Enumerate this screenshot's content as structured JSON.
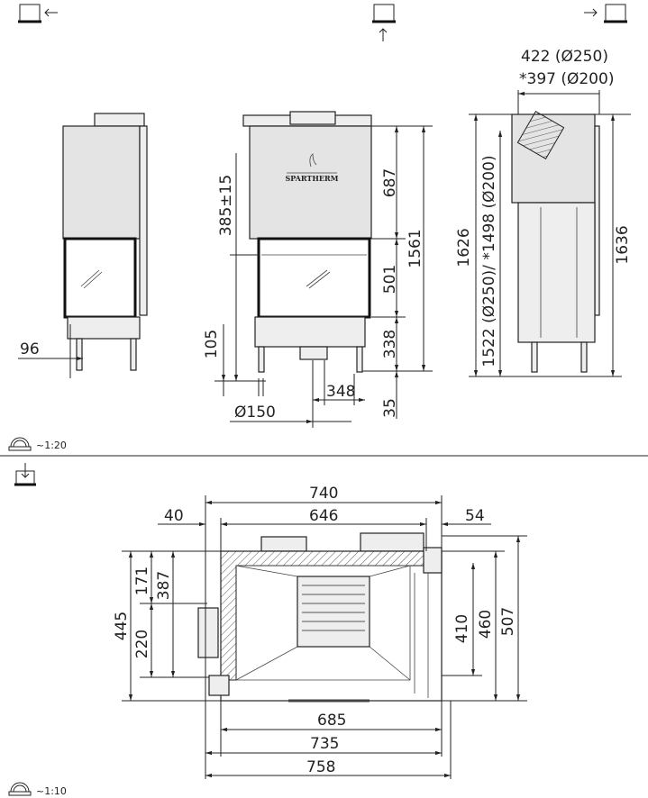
{
  "view_icons": [
    "left-view-icon",
    "front-view-icon",
    "right-view-icon",
    "top-view-icon"
  ],
  "brand": "SPARTHERM",
  "elevation": {
    "scale": "~1:20",
    "left_view": {
      "dim_width": "96"
    },
    "front_view": {
      "dim_hood": "687",
      "dim_glass": "501",
      "dim_base": "338",
      "dim_feet": "35",
      "dim_total": "1561",
      "dim_outlet_height": "385±15",
      "dim_inlet": "105",
      "dim_inlet_offset": "348",
      "dim_inlet_diameter": "Ø150"
    },
    "right_view": {
      "dim_flue_offset_250": "422 (Ø250)",
      "dim_flue_offset_200": "*397 (Ø200)",
      "dim_height_left": "1626",
      "dim_flue_height": "1522 (Ø250)/ *1498 (Ø200)",
      "dim_height_right": "1636"
    }
  },
  "plan": {
    "scale": "~1:10",
    "dim_top_total": "740",
    "dim_top_left": "40",
    "dim_top_inner": "646",
    "dim_top_right": "54",
    "dim_left_total": "445",
    "dim_left_upper": "171",
    "dim_left_lower": "220",
    "dim_left_mid": "387",
    "dim_right_inner": "410",
    "dim_right_mid": "460",
    "dim_right_total": "507",
    "dim_bottom_inner": "685",
    "dim_bottom_mid": "735",
    "dim_bottom_total": "758"
  }
}
